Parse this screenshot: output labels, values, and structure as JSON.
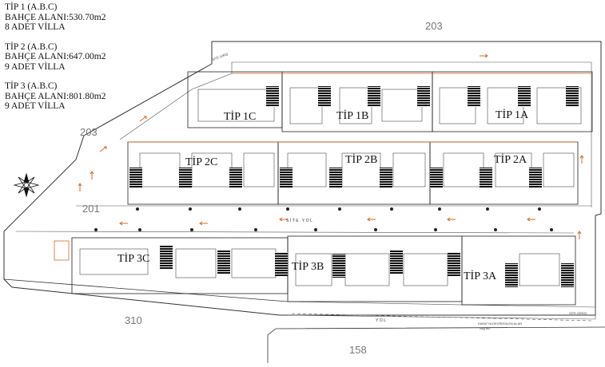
{
  "legend": [
    {
      "title": "TİP 1 (A.B.C)",
      "area": "BAHÇE ALANI:530.70m2",
      "count": "8 ADET VİLLA"
    },
    {
      "title": "TİP 2 (A.B.C)",
      "area": "BAHÇE  ALANI:647.00m2",
      "count": "9 ADET VİLLA"
    },
    {
      "title": "TİP 3 (A.B.C)",
      "area": "BAHÇE ALANI:801.80m2",
      "count": "9 ADET VİLLA"
    }
  ],
  "parcels": {
    "p203_top": "203",
    "p203_left": "203",
    "p201": "201",
    "p310": "310",
    "p158": "158"
  },
  "blocks": {
    "tip1c": "TİP 1C",
    "tip1b": "TİP 1B",
    "tip1a": "TİP 1A",
    "tip2c": "TİP 2C",
    "tip2b": "TİP 2B",
    "tip2a": "TİP 2A",
    "tip3c": "TİP 3C",
    "tip3b": "TİP 3B",
    "tip3a": "TİP 3A"
  },
  "roads": {
    "site_road": "SİTE YOL",
    "lower_road": "YOL",
    "bottom_note": "KAMU'YA DEVREDİLEN ALAN",
    "bottom_note_area": "28g m2",
    "gate_top": "SİTE GİRİŞ",
    "gate_right": "SİTE GİRİŞİ"
  },
  "colors": {
    "arrow": "#d9681f",
    "line": "#222222",
    "hatch": "#111111",
    "water": "#d9681f"
  }
}
